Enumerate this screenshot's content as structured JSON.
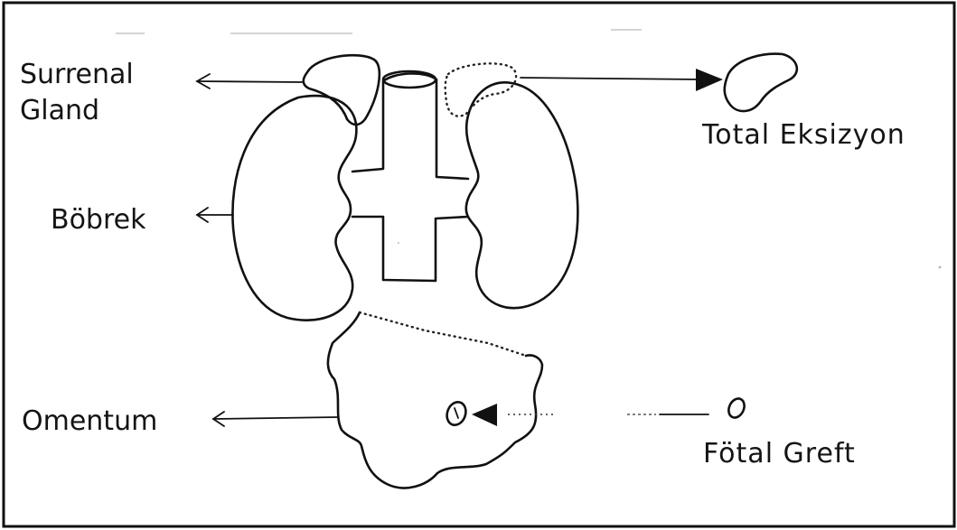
{
  "labels": {
    "surrenal": "Surrenal",
    "gland": "Gland",
    "bobrek": "Böbrek",
    "omentum": "Omentum",
    "total_eksizyon": "Total Eksizyon",
    "fotal_greft": "Fötal Greft"
  }
}
